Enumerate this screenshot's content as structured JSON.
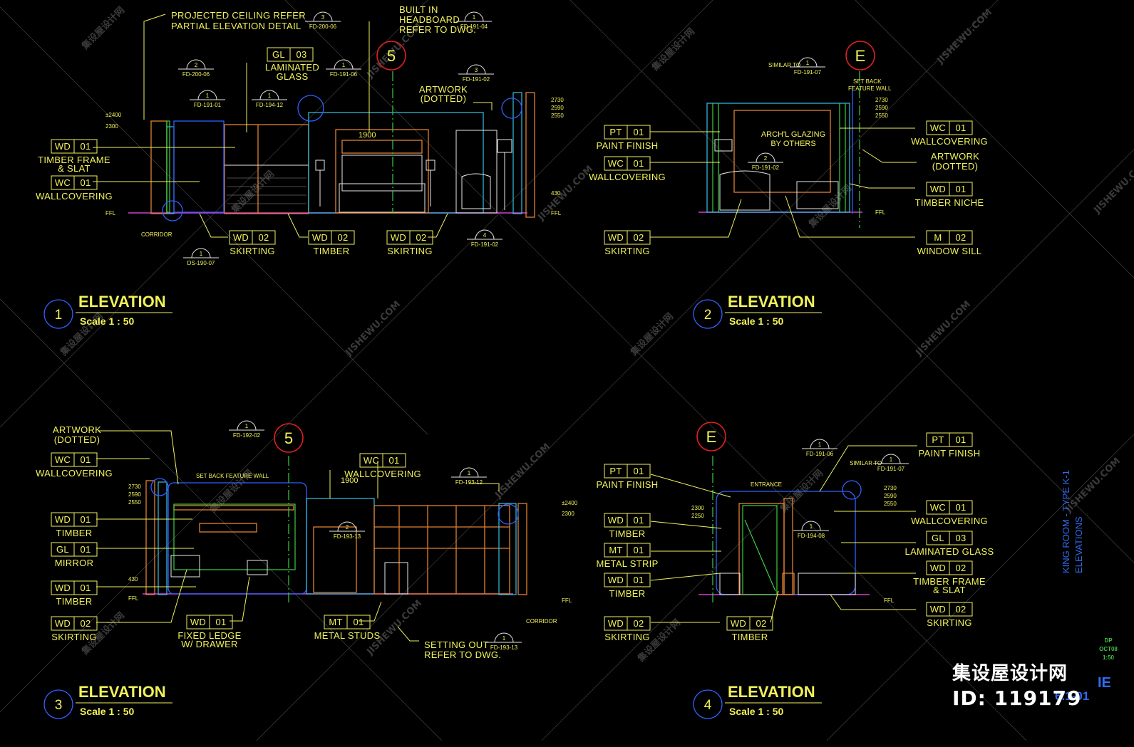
{
  "watermark": {
    "text_cn": "集设屋设计网",
    "text_en": "JISHEWU.COM"
  },
  "brand": {
    "name": "集设屋设计网",
    "id": "ID: 119179"
  },
  "title_block": {
    "sheet_title_line1": "KING ROOM - TYPE K-1",
    "sheet_title_line2": "ELEVATIONS",
    "sheet_id": "6.1-01",
    "sheet_code": "IE",
    "stamp": [
      "DP",
      "OCT08",
      "1:50"
    ]
  },
  "elevations": [
    {
      "number": "1",
      "title": "ELEVATION",
      "scale": "Scale 1 : 50"
    },
    {
      "number": "2",
      "title": "ELEVATION",
      "scale": "Scale 1 : 50"
    },
    {
      "number": "3",
      "title": "ELEVATION",
      "scale": "Scale 1 : 50"
    },
    {
      "number": "4",
      "title": "ELEVATION",
      "scale": "Scale 1 : 50"
    }
  ],
  "grid_bubbles": {
    "five": "5",
    "e": "E"
  },
  "levels": {
    "l2400": "±2400",
    "l2300": "2300",
    "l2730": "2730",
    "l2590": "2590",
    "l2550": "2550",
    "l430": "430",
    "ffl": "FFL",
    "l2250": "2250"
  },
  "notes": {
    "proj_ceiling_1": "PROJECTED CEILING REFER",
    "proj_ceiling_2": "PARTIAL ELEVATION DETAIL",
    "built_in_1": "BUILT IN",
    "built_in_2": "HEADBOARD",
    "built_in_3": "REFER TO DWG.",
    "laminated_1": "LAMINATED",
    "laminated_2": "GLASS",
    "artwork": "ARTWORK",
    "dotted": "(DOTTED)",
    "similar_to": "SIMILAR TO",
    "set_back_1": "SET BACK",
    "set_back_2": "FEATURE WALL",
    "set_back_feature_wall": "SET BACK FEATURE WALL",
    "archl_1": "ARCH'L GLAZING",
    "archl_2": "BY OTHERS",
    "corridor": "CORRIDOR",
    "entrance": "ENTRANCE",
    "setting_out_1": "SETTING OUT",
    "setting_out_2": "REFER TO DWG.",
    "height_1900": "1900"
  },
  "detail_refs": {
    "e1_a": {
      "num": "3",
      "ref": "FD-200-06"
    },
    "e1_b": {
      "num": "1",
      "ref": "FD-191-04"
    },
    "e1_c": {
      "num": "2",
      "ref": "FD-200-06"
    },
    "e1_d": {
      "num": "1",
      "ref": "FD-191-01"
    },
    "e1_e": {
      "num": "1",
      "ref": "FD-194-12"
    },
    "e1_f": {
      "num": "1",
      "ref": "FD-191-06"
    },
    "e1_g": {
      "num": "3",
      "ref": "FD-191-02"
    },
    "e1_h": {
      "num": "4",
      "ref": "FD-191-02"
    },
    "e1_i": {
      "num": "1",
      "ref": "DS-190-07"
    },
    "e2_a": {
      "num": "1",
      "ref": "FD-191-07"
    },
    "e2_b": {
      "num": "2",
      "ref": "FD-191-02"
    },
    "e3_a": {
      "num": "1",
      "ref": "FD-192-02"
    },
    "e3_b": {
      "num": "2",
      "ref": "FD-193-13"
    },
    "e3_c": {
      "num": "1",
      "ref": "FD-193-12"
    },
    "e3_d": {
      "num": "1",
      "ref": "FD-193-13"
    },
    "e4_a": {
      "num": "1",
      "ref": "FD-191-06"
    },
    "e4_b": {
      "num": "1",
      "ref": "FD-191-07"
    },
    "e4_c": {
      "num": "1",
      "ref": "FD-194-08"
    }
  },
  "material_tags": {
    "e1_wd01_timber": {
      "code": "WD",
      "num": "01",
      "label": "TIMBER FRAME",
      "label2": "& SLAT"
    },
    "e1_wc01": {
      "code": "WC",
      "num": "01",
      "label": "WALLCOVERING"
    },
    "e1_gl03": {
      "code": "GL",
      "num": "03"
    },
    "e1_wd02_a": {
      "code": "WD",
      "num": "02",
      "label": "SKIRTING"
    },
    "e1_wd02_b": {
      "code": "WD",
      "num": "02",
      "label": "TIMBER"
    },
    "e1_wd02_c": {
      "code": "WD",
      "num": "02",
      "label": "SKIRTING"
    },
    "c_pt01": {
      "code": "PT",
      "num": "01",
      "label": "PAINT FINISH"
    },
    "c_wc01": {
      "code": "WC",
      "num": "01",
      "label": "WALLCOVERING"
    },
    "c_wd02": {
      "code": "WD",
      "num": "02",
      "label": "SKIRTING"
    },
    "e2_wc01": {
      "code": "WC",
      "num": "01",
      "label": "WALLCOVERING"
    },
    "e2_artwork": {
      "label": "ARTWORK",
      "label2": "(DOTTED)"
    },
    "e2_wd01": {
      "code": "WD",
      "num": "01",
      "label": "TIMBER NICHE"
    },
    "e2_m02": {
      "code": "M",
      "num": "02",
      "label": "WINDOW SILL"
    },
    "e3_wc01": {
      "code": "WC",
      "num": "01",
      "label": "WALLCOVERING"
    },
    "e3_wd01_a": {
      "code": "WD",
      "num": "01",
      "label": "TIMBER"
    },
    "e3_gl01": {
      "code": "GL",
      "num": "01",
      "label": "MIRROR"
    },
    "e3_wd01_b": {
      "code": "WD",
      "num": "01",
      "label": "TIMBER"
    },
    "e3_wd02": {
      "code": "WD",
      "num": "02",
      "label": "SKIRTING"
    },
    "e3_wd01_c": {
      "code": "WD",
      "num": "01",
      "label": "FIXED LEDGE",
      "label2": "W/ DRAWER"
    },
    "e3_wc01_b": {
      "code": "WC",
      "num": "01",
      "label": "WALLCOVERING"
    },
    "e3_mt01": {
      "code": "MT",
      "num": "01",
      "label": "METAL STUDS"
    },
    "d_pt01": {
      "code": "PT",
      "num": "01",
      "label": "PAINT FINISH"
    },
    "d_wd01_a": {
      "code": "WD",
      "num": "01",
      "label": "TIMBER"
    },
    "d_mt01": {
      "code": "MT",
      "num": "01",
      "label": "METAL STRIP"
    },
    "d_wd01_b": {
      "code": "WD",
      "num": "01",
      "label": "TIMBER"
    },
    "d_wd02": {
      "code": "WD",
      "num": "02",
      "label": "SKIRTING"
    },
    "e4_wd02": {
      "code": "WD",
      "num": "02",
      "label": "TIMBER"
    },
    "e4_pt01": {
      "code": "PT",
      "num": "01",
      "label": "PAINT FINISH"
    },
    "e4_wc01": {
      "code": "WC",
      "num": "01",
      "label": "WALLCOVERING"
    },
    "e4_gl03": {
      "code": "GL",
      "num": "03",
      "label": "LAMINATED GLASS"
    },
    "e4_wd02_tf": {
      "code": "WD",
      "num": "02",
      "label": "TIMBER FRAME",
      "label2": "& SLAT"
    },
    "e4_wd02_sk": {
      "code": "WD",
      "num": "02",
      "label": "SKIRTING"
    }
  }
}
